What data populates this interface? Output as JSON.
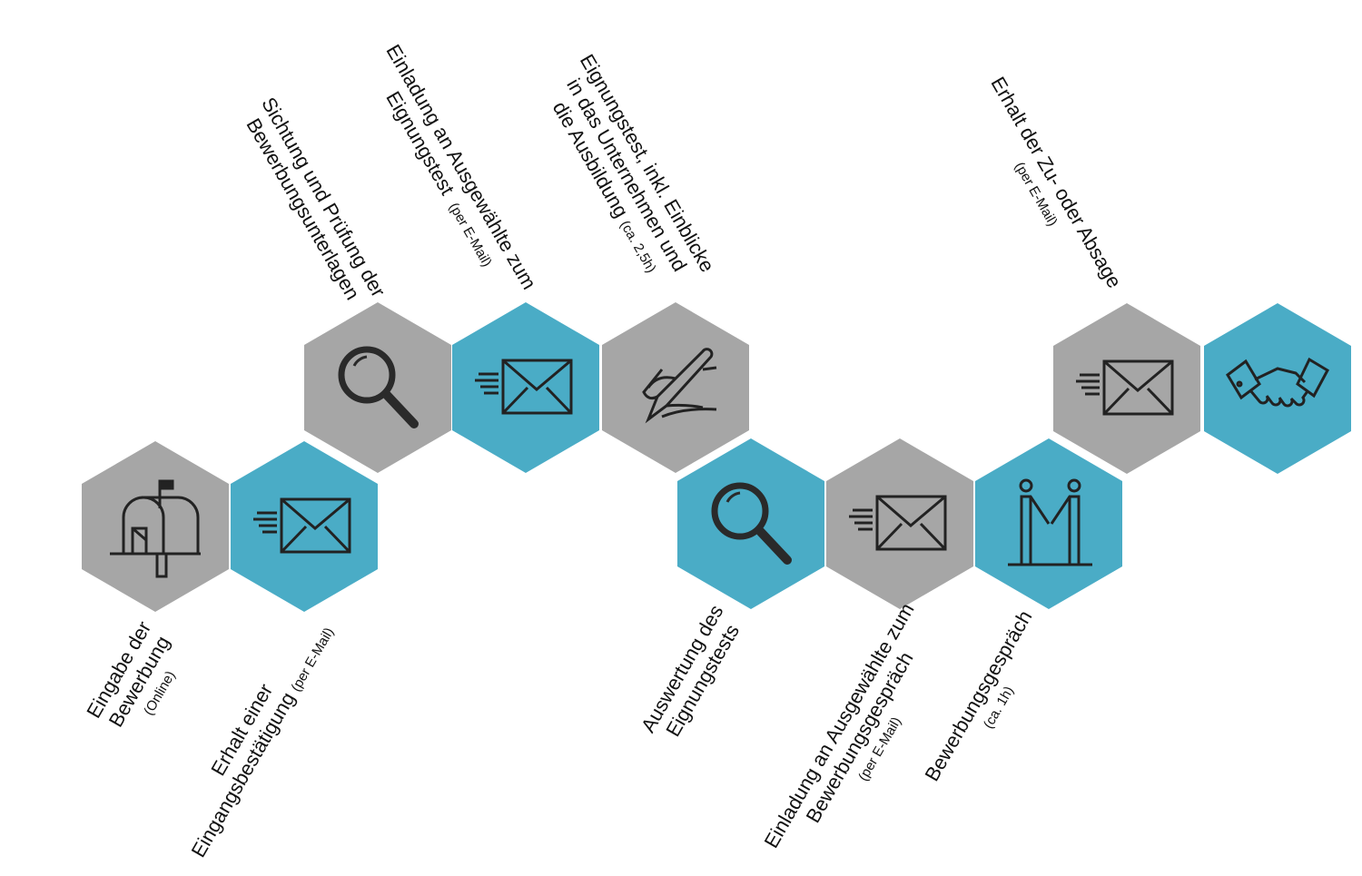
{
  "colors": {
    "gray": "#a6a6a6",
    "blue": "#4aacc6"
  },
  "steps": [
    {
      "icon": "mailbox-icon",
      "lines": [
        "Eingabe der",
        "Bewerbung"
      ],
      "note": "(Online)"
    },
    {
      "icon": "envelope-icon",
      "lines": [
        "Erhalt einer",
        "Eingangsbestätigung"
      ],
      "note": "(per E-Mail)"
    },
    {
      "icon": "magnifier-icon",
      "lines": [
        "Sichtung und Prüfung der",
        "Bewerbungsunterlagen"
      ],
      "note": ""
    },
    {
      "icon": "envelope-icon",
      "lines": [
        "Einladung an Ausgewählte zum",
        "Eignungstest"
      ],
      "note": "(per E-Mail)"
    },
    {
      "icon": "writing-hand-icon",
      "lines": [
        "Eignungstest, inkl. Einblicke",
        "in das Unternehmen und",
        "die Ausbildung"
      ],
      "note": "(ca. 2,5h)"
    },
    {
      "icon": "magnifier-icon",
      "lines": [
        "Auswertung des",
        "Eignungstests"
      ],
      "note": ""
    },
    {
      "icon": "envelope-icon",
      "lines": [
        "Einladung an Ausgewählte zum",
        "Bewerbungsgespräch"
      ],
      "note": "(per E-Mail)"
    },
    {
      "icon": "meeting-people-icon",
      "lines": [
        "Bewerbungsgespräch"
      ],
      "note": "(ca. 1h)"
    },
    {
      "icon": "envelope-icon",
      "lines": [
        "Erhalt der  Zu- oder Absage"
      ],
      "note": "(per E-Mail)"
    },
    {
      "icon": "handshake-icon",
      "lines": [],
      "note": ""
    }
  ]
}
